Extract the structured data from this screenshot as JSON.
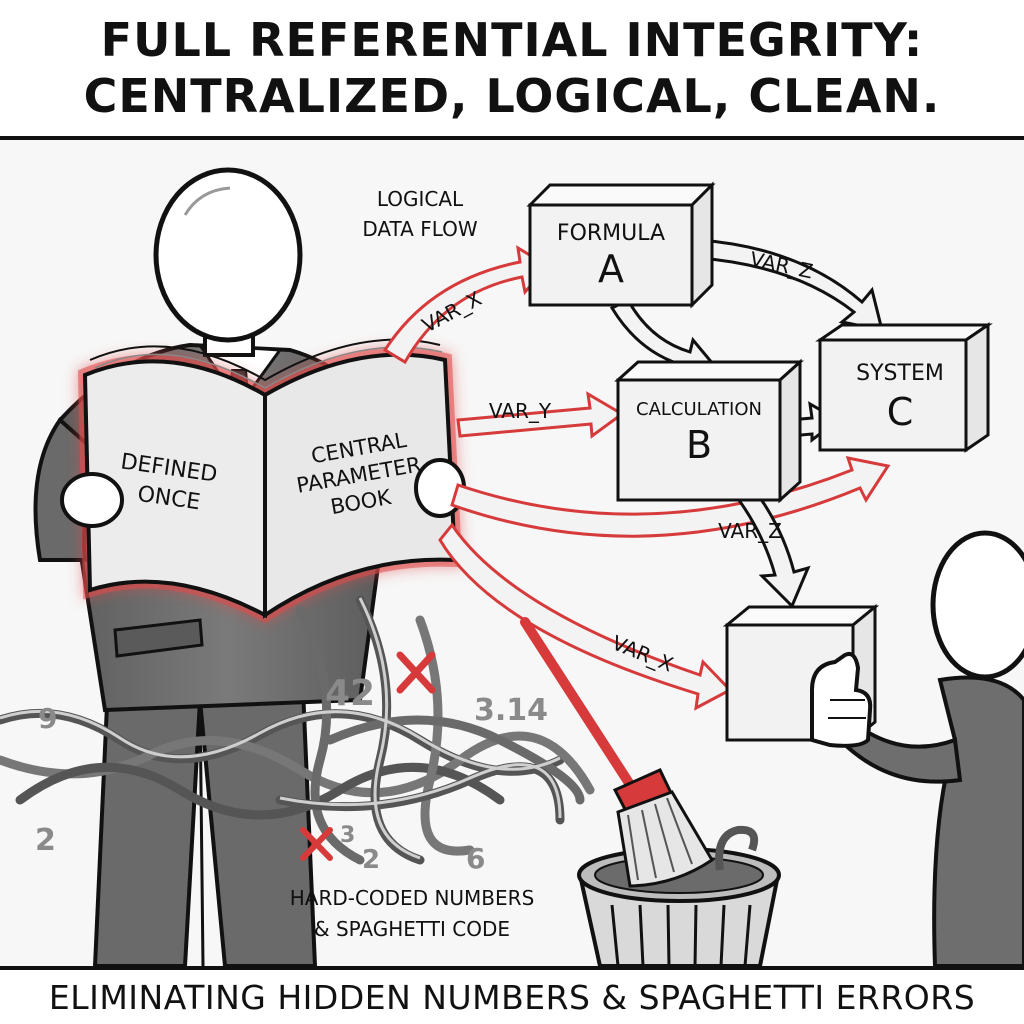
{
  "title": {
    "line1": "FULL REFERENTIAL INTEGRITY:",
    "line2": "CENTRALIZED, LOGICAL, CLEAN."
  },
  "footer": "ELIMINATING HIDDEN NUMBERS & SPAGHETTI ERRORS",
  "book": {
    "left_page": [
      "DEFINED",
      "ONCE"
    ],
    "right_page": [
      "CENTRAL",
      "PARAMETER",
      "BOOK"
    ]
  },
  "flow_label": [
    "LOGICAL",
    "DATA FLOW"
  ],
  "boxes": {
    "formula": {
      "name": "FORMULA",
      "letter": "A"
    },
    "calculation": {
      "name": "CALCULATION",
      "letter": "B"
    },
    "system": {
      "name": "SYSTEM",
      "letter": "C"
    }
  },
  "arrow_labels": {
    "var_x_top": "VAR_X",
    "var_y": "VAR_Y",
    "var_z_top": "VAR_Z",
    "var_z_mid": "VAR_Z",
    "var_x_bottom": "VAR_X"
  },
  "hard_coded_numbers": [
    "9",
    "42",
    "3.14",
    "2",
    "3",
    "2",
    "6"
  ],
  "spaghetti_label": [
    "HARD-CODED NUMBERS",
    "& SPAGHETTI CODE"
  ],
  "colors": {
    "accent_red": "#d63a3a",
    "ink": "#111111",
    "suit_gray": "#6f6f6f",
    "box_fill": "#f2f2f2"
  },
  "icons": [
    "mannequin-head",
    "suit-figure",
    "open-book",
    "flow-arrow",
    "cube-box",
    "thumbs-up",
    "broom",
    "trash-can",
    "x-mark",
    "tangled-wires"
  ]
}
